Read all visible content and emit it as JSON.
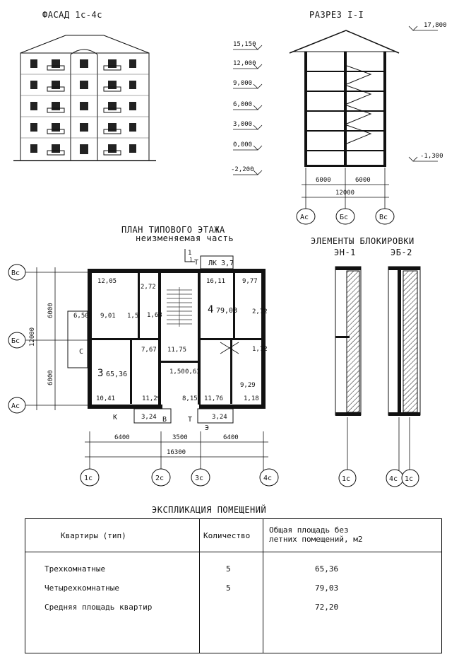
{
  "titles": {
    "facade": "ФАСАД 1с-4с",
    "section": "РАЗРЕЗ I-I",
    "plan_line1": "ПЛАН ТИПОВОГО ЭТАЖА",
    "plan_line2": "неизменяемая часть",
    "blocking": "ЭЛЕМЕНТЫ БЛОКИРОВКИ",
    "block1": "ЭН-1",
    "block2": "ЭБ-2",
    "explication": "ЭКСПЛИКАЦИЯ ПОМЕЩЕНИЙ"
  },
  "section": {
    "levels": [
      "15,150",
      "12,000",
      "9,000",
      "6,000",
      "3,000",
      "0,000",
      "-2,200"
    ],
    "ridge": "17,800",
    "ground": "-1,300",
    "spans": [
      "6000",
      "6000"
    ],
    "total": "12000",
    "axes": [
      "Ас",
      "Бс",
      "Вс"
    ]
  },
  "plan": {
    "row_axes": [
      "Вс",
      "Бс",
      "Ас"
    ],
    "col_axes": [
      "1с",
      "2с",
      "3с",
      "4с"
    ],
    "dims_vertical": [
      "6000",
      "6000",
      "12000"
    ],
    "dims_horizontal": [
      "6400",
      "3500",
      "6400"
    ],
    "dim_total": "16300",
    "section_mark": "1",
    "section_mark_sub": "1",
    "label_lk": "ЛК 3,7",
    "rooms": {
      "r1205": "12,05",
      "r272a": "2,72",
      "r168": "1,68",
      "r1611": "16,11",
      "r977": "9,77",
      "r650": "6,50",
      "r901": "9,01",
      "r15": "1,5",
      "r272b": "2,72",
      "r767": "7,67",
      "r1175": "11,75",
      "r172": "1,72",
      "r150": "1,50",
      "r063": "0,63",
      "r929": "9,29",
      "r1041": "10,41",
      "r1129": "11,29",
      "r815": "8,15",
      "r1176": "11,76",
      "r118": "1,18",
      "r324a": "3,24",
      "r324b": "3,24"
    },
    "apt3_num": "3",
    "apt3_area": "65,36",
    "apt4_num": "4",
    "apt4_area": "79,03",
    "letters": {
      "c": "С",
      "k": "К",
      "v": "В",
      "t1": "Т",
      "t2": "Т",
      "e": "Э"
    }
  },
  "blocking": {
    "axes": [
      "1с",
      "4с",
      "1с"
    ]
  },
  "table": {
    "headers": {
      "type": "Квартиры (тип)",
      "count": "Количество",
      "area_line1": "Общая площадь без",
      "area_line2": "летних помещений, м2"
    },
    "rows": [
      {
        "type": "Трехкомнатные",
        "count": "5",
        "area": "65,36"
      },
      {
        "type": "Четырехкомнатные",
        "count": "5",
        "area": "79,03"
      },
      {
        "type": "Средняя площадь квартир",
        "count": "",
        "area": "72,20"
      }
    ]
  }
}
